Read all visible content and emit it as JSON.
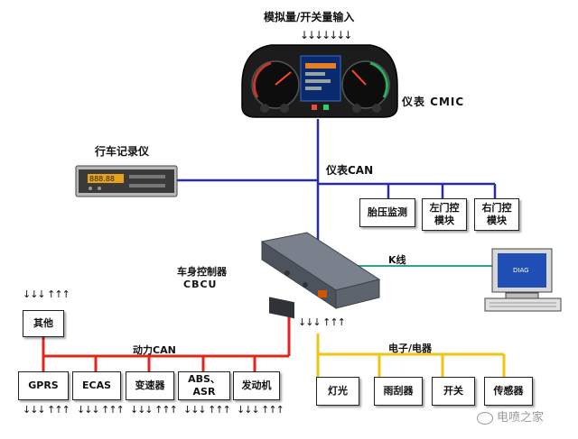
{
  "colors": {
    "instrument_can": "#2a2aa8",
    "power_can": "#e3241b",
    "electrical": "#f1c40f",
    "k_line": "#2aa58c"
  },
  "labels": {
    "analog_switch_input": "模拟量/开关量输入",
    "cmic": "仪表 CMIC",
    "tachograph": "行车记录仪",
    "instrument_can": "仪表CAN",
    "cbcu_line1": "车身控制器",
    "cbcu_line2": "CBCU",
    "k_line": "K线",
    "power_can": "动力CAN",
    "electrical": "电子/电器",
    "watermark": "电喷之家"
  },
  "arrows": {
    "input": "↓↓↓↓↓↓↓",
    "io": "↓↓↓ ↑↑↑"
  },
  "instrument_modules": [
    {
      "line1": "胎压监测",
      "line2": ""
    },
    {
      "line1": "左门控",
      "line2": "模块"
    },
    {
      "line1": "右门控",
      "line2": "模块"
    }
  ],
  "other_box": "其他",
  "power_modules": [
    "GPRS",
    "ECAS",
    "变速器",
    "ABS、ASR",
    "发动机"
  ],
  "electrical_modules": [
    "灯光",
    "雨刮器",
    "开关",
    "传感器"
  ],
  "computer_screen_text": "DIAG",
  "tachograph_display": "888.88"
}
